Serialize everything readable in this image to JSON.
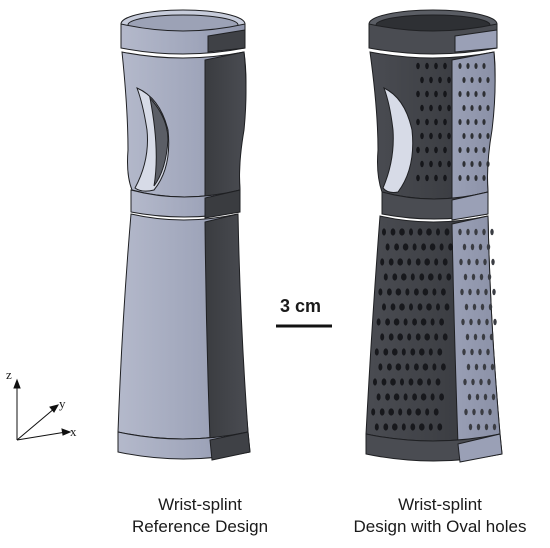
{
  "captions": {
    "left_line1": "Wrist-splint",
    "left_line2": "Reference Design",
    "right_line1": "Wrist-splint",
    "right_line2": "Design with Oval holes"
  },
  "scale_bar": {
    "label": "3 cm"
  },
  "axes": {
    "z": "z",
    "y": "y",
    "x": "x"
  },
  "colors": {
    "light_face": "#a3a9be",
    "mid_face": "#8c92a8",
    "dark_face": "#3f4146",
    "darker_face": "#2e3034",
    "outline": "#1f2023",
    "hole_light": "#c9cfdf"
  }
}
